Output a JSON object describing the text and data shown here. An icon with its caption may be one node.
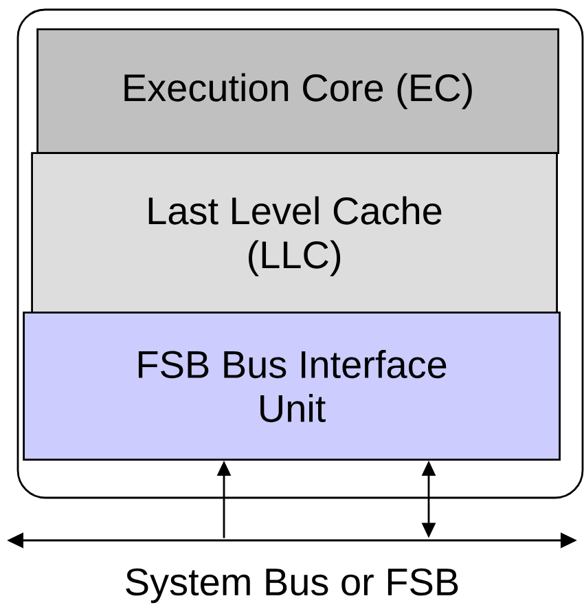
{
  "diagram": {
    "nodes": [
      {
        "text": [],
        "shape": "box"
      },
      {
        "text": [
          "Execution Core (EC)"
        ],
        "in": 0
      },
      {
        "text": [
          "Last Level Cache (LLC)"
        ],
        "in": 0
      },
      {
        "text": [
          "FSB Bus Interface Unit"
        ],
        "in": 0
      },
      {
        "text": [],
        "shape": "bar",
        "beside": [
          "System Bus or FSB"
        ]
      }
    ],
    "edges": [
      {
        "from": 4,
        "to": 3,
        "arrow": "to"
      },
      {
        "from": 4,
        "to": 3,
        "arrow": "both"
      }
    ]
  }
}
